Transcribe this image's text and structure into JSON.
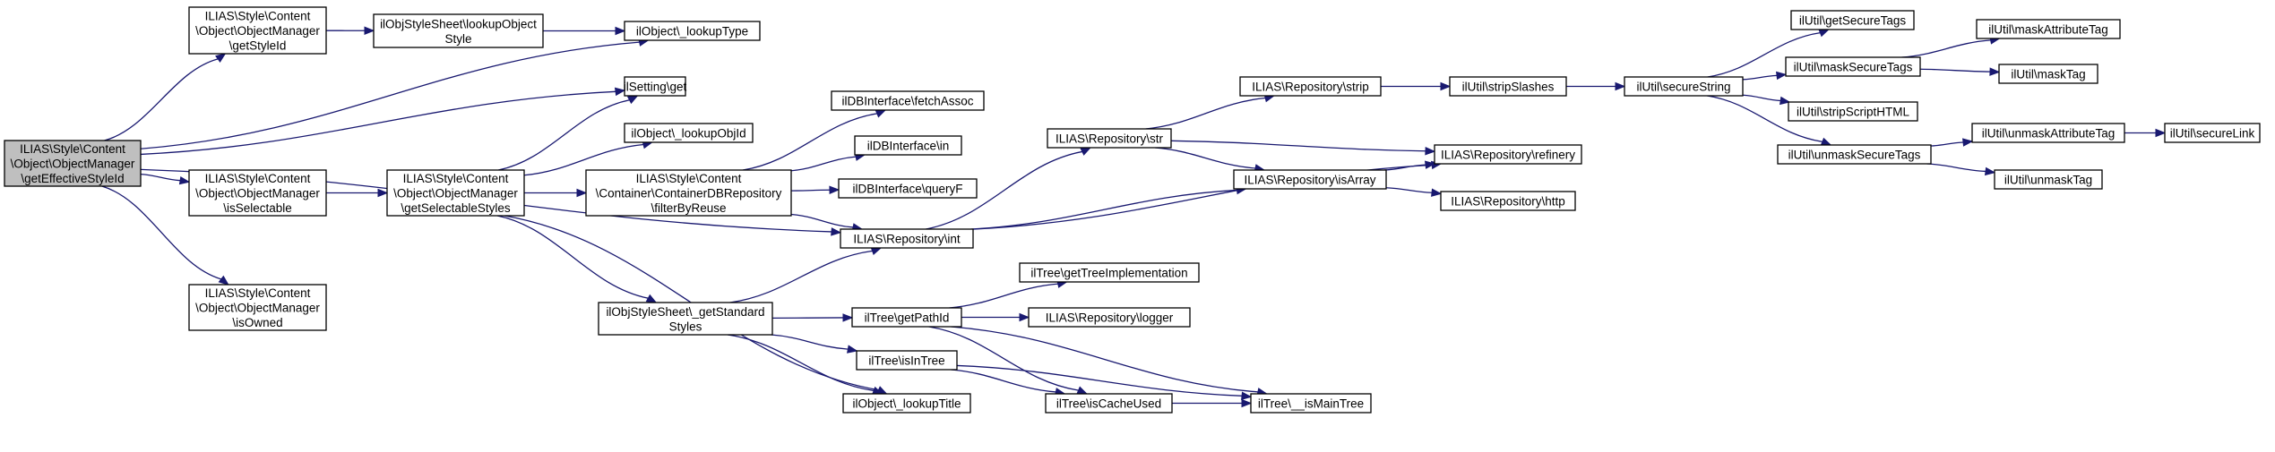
{
  "colors": {
    "edge": "#191970",
    "node_border": "#000000",
    "root_fill": "#bfbfbf",
    "node_fill": "#ffffff"
  },
  "nodes": [
    {
      "id": "root",
      "lines": [
        "ILIAS\\Style\\Content",
        "\\Object\\ObjectManager",
        "\\getEffectiveStyleId"
      ]
    },
    {
      "id": "getStyleId",
      "lines": [
        "ILIAS\\Style\\Content",
        "\\Object\\ObjectManager",
        "\\getStyleId"
      ]
    },
    {
      "id": "isSelectable",
      "lines": [
        "ILIAS\\Style\\Content",
        "\\Object\\ObjectManager",
        "\\isSelectable"
      ]
    },
    {
      "id": "isOwned",
      "lines": [
        "ILIAS\\Style\\Content",
        "\\Object\\ObjectManager",
        "\\isOwned"
      ]
    },
    {
      "id": "lookupObjectStyle",
      "lines": [
        "ilObjStyleSheet\\lookupObject",
        "Style"
      ]
    },
    {
      "id": "lookupType",
      "lines": [
        "ilObject\\_lookupType"
      ]
    },
    {
      "id": "settingGet",
      "lines": [
        "ilSetting\\get"
      ]
    },
    {
      "id": "lookupObjId",
      "lines": [
        "ilObject\\_lookupObjId"
      ]
    },
    {
      "id": "getSelectableStyles",
      "lines": [
        "ILIAS\\Style\\Content",
        "\\Object\\ObjectManager",
        "\\getSelectableStyles"
      ]
    },
    {
      "id": "filterByReuse",
      "lines": [
        "ILIAS\\Style\\Content",
        "\\Container\\ContainerDBRepository",
        "\\filterByReuse"
      ]
    },
    {
      "id": "fetchAssoc",
      "lines": [
        "ilDBInterface\\fetchAssoc"
      ]
    },
    {
      "id": "dbIn",
      "lines": [
        "ilDBInterface\\in"
      ]
    },
    {
      "id": "queryF",
      "lines": [
        "ilDBInterface\\queryF"
      ]
    },
    {
      "id": "repoInt",
      "lines": [
        "ILIAS\\Repository\\int"
      ]
    },
    {
      "id": "getStandardStyles",
      "lines": [
        "ilObjStyleSheet\\_getStandard",
        "Styles"
      ]
    },
    {
      "id": "lookupTitle",
      "lines": [
        "ilObject\\_lookupTitle"
      ]
    },
    {
      "id": "repoStr",
      "lines": [
        "ILIAS\\Repository\\str"
      ]
    },
    {
      "id": "repoStrip",
      "lines": [
        "ILIAS\\Repository\\strip"
      ]
    },
    {
      "id": "repoIsArray",
      "lines": [
        "ILIAS\\Repository\\isArray"
      ]
    },
    {
      "id": "repoRefinery",
      "lines": [
        "ILIAS\\Repository\\refinery"
      ]
    },
    {
      "id": "repoHttp",
      "lines": [
        "ILIAS\\Repository\\http"
      ]
    },
    {
      "id": "stripSlashes",
      "lines": [
        "ilUtil\\stripSlashes"
      ]
    },
    {
      "id": "secureString",
      "lines": [
        "ilUtil\\secureString"
      ]
    },
    {
      "id": "getSecureTags",
      "lines": [
        "ilUtil\\getSecureTags"
      ]
    },
    {
      "id": "maskSecureTags",
      "lines": [
        "ilUtil\\maskSecureTags"
      ]
    },
    {
      "id": "stripScriptHTML",
      "lines": [
        "ilUtil\\stripScriptHTML"
      ]
    },
    {
      "id": "unmaskSecureTags",
      "lines": [
        "ilUtil\\unmaskSecureTags"
      ]
    },
    {
      "id": "maskAttributeTag",
      "lines": [
        "ilUtil\\maskAttributeTag"
      ]
    },
    {
      "id": "maskTag",
      "lines": [
        "ilUtil\\maskTag"
      ]
    },
    {
      "id": "unmaskAttributeTag",
      "lines": [
        "ilUtil\\unmaskAttributeTag"
      ]
    },
    {
      "id": "secureLink",
      "lines": [
        "ilUtil\\secureLink"
      ]
    },
    {
      "id": "unmaskTag",
      "lines": [
        "ilUtil\\unmaskTag"
      ]
    },
    {
      "id": "getTreeImplementation",
      "lines": [
        "ilTree\\getTreeImplementation"
      ]
    },
    {
      "id": "getPathId",
      "lines": [
        "ilTree\\getPathId"
      ]
    },
    {
      "id": "repoLogger",
      "lines": [
        "ILIAS\\Repository\\logger"
      ]
    },
    {
      "id": "isInTree",
      "lines": [
        "ilTree\\isInTree"
      ]
    },
    {
      "id": "isCacheUsed",
      "lines": [
        "ilTree\\isCacheUsed"
      ]
    },
    {
      "id": "isMainTree",
      "lines": [
        "ilTree\\__isMainTree"
      ]
    }
  ],
  "edges": [
    [
      "root",
      "getStyleId"
    ],
    [
      "root",
      "lookupType"
    ],
    [
      "root",
      "settingGet"
    ],
    [
      "root",
      "isSelectable"
    ],
    [
      "root",
      "repoInt"
    ],
    [
      "root",
      "isOwned"
    ],
    [
      "getStyleId",
      "lookupObjectStyle"
    ],
    [
      "lookupObjectStyle",
      "lookupType"
    ],
    [
      "isSelectable",
      "getSelectableStyles"
    ],
    [
      "getSelectableStyles",
      "settingGet"
    ],
    [
      "getSelectableStyles",
      "lookupObjId"
    ],
    [
      "getSelectableStyles",
      "filterByReuse"
    ],
    [
      "getSelectableStyles",
      "getStandardStyles"
    ],
    [
      "getSelectableStyles",
      "lookupTitle"
    ],
    [
      "filterByReuse",
      "fetchAssoc"
    ],
    [
      "filterByReuse",
      "dbIn"
    ],
    [
      "filterByReuse",
      "queryF"
    ],
    [
      "filterByReuse",
      "repoInt"
    ],
    [
      "getStandardStyles",
      "repoInt"
    ],
    [
      "getStandardStyles",
      "getPathId"
    ],
    [
      "getStandardStyles",
      "isInTree"
    ],
    [
      "getStandardStyles",
      "lookupTitle"
    ],
    [
      "repoInt",
      "repoStr"
    ],
    [
      "repoInt",
      "repoIsArray"
    ],
    [
      "repoInt",
      "repoRefinery"
    ],
    [
      "repoStr",
      "repoStrip"
    ],
    [
      "repoStr",
      "repoIsArray"
    ],
    [
      "repoStr",
      "repoRefinery"
    ],
    [
      "repoStrip",
      "stripSlashes"
    ],
    [
      "stripSlashes",
      "secureString"
    ],
    [
      "repoIsArray",
      "repoRefinery"
    ],
    [
      "repoIsArray",
      "repoHttp"
    ],
    [
      "secureString",
      "getSecureTags"
    ],
    [
      "secureString",
      "maskSecureTags"
    ],
    [
      "secureString",
      "stripScriptHTML"
    ],
    [
      "secureString",
      "unmaskSecureTags"
    ],
    [
      "maskSecureTags",
      "maskAttributeTag"
    ],
    [
      "maskSecureTags",
      "maskTag"
    ],
    [
      "unmaskSecureTags",
      "unmaskAttributeTag"
    ],
    [
      "unmaskSecureTags",
      "unmaskTag"
    ],
    [
      "unmaskAttributeTag",
      "secureLink"
    ],
    [
      "getPathId",
      "getTreeImplementation"
    ],
    [
      "getPathId",
      "repoLogger"
    ],
    [
      "getPathId",
      "isCacheUsed"
    ],
    [
      "getPathId",
      "isMainTree"
    ],
    [
      "isInTree",
      "isCacheUsed"
    ],
    [
      "isInTree",
      "isMainTree"
    ],
    [
      "isCacheUsed",
      "isMainTree"
    ]
  ]
}
